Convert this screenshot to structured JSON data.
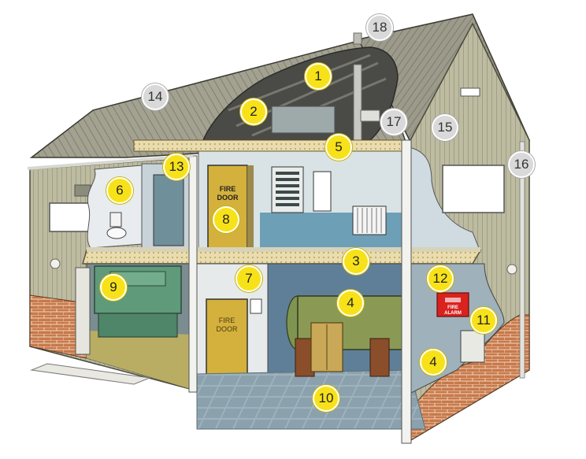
{
  "labels": {
    "door_upper": [
      "FIRE",
      "DOOR"
    ],
    "door_lower": [
      "FIRE",
      "DOOR"
    ],
    "sign": [
      "FIRE",
      "ALARM"
    ]
  },
  "markers": [
    {
      "id": "1",
      "text": "1",
      "style": "yellow"
    },
    {
      "id": "2",
      "text": "2",
      "style": "yellow"
    },
    {
      "id": "3",
      "text": "3",
      "style": "yellow"
    },
    {
      "id": "4a",
      "text": "4",
      "style": "yellow"
    },
    {
      "id": "4b",
      "text": "4",
      "style": "yellow"
    },
    {
      "id": "5",
      "text": "5",
      "style": "yellow"
    },
    {
      "id": "6",
      "text": "6",
      "style": "yellow"
    },
    {
      "id": "7",
      "text": "7",
      "style": "yellow"
    },
    {
      "id": "8",
      "text": "8",
      "style": "yellow"
    },
    {
      "id": "9",
      "text": "9",
      "style": "yellow"
    },
    {
      "id": "10",
      "text": "10",
      "style": "yellow"
    },
    {
      "id": "11",
      "text": "11",
      "style": "yellow"
    },
    {
      "id": "12",
      "text": "12",
      "style": "yellow"
    },
    {
      "id": "13",
      "text": "13",
      "style": "yellow"
    },
    {
      "id": "14",
      "text": "14",
      "style": "grey"
    },
    {
      "id": "15",
      "text": "15",
      "style": "grey"
    },
    {
      "id": "16",
      "text": "16",
      "style": "grey"
    },
    {
      "id": "17",
      "text": "17",
      "style": "grey"
    },
    {
      "id": "18",
      "text": "18",
      "style": "grey"
    }
  ],
  "colors": {
    "marker_yellow": "#f7e21a",
    "marker_grey": "#d9d9d9",
    "wall_cladding": "#b9b79a",
    "roof": "#9a9888",
    "brick": "#c97c4e",
    "fire_door": "#d4b13c",
    "boiler": "#8a9a55",
    "machine": "#5f9a7a",
    "floor_tile": "#8ea3ae"
  }
}
